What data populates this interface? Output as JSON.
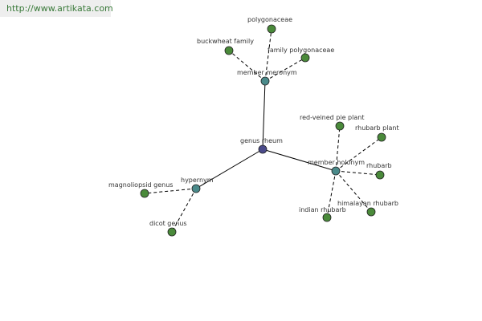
{
  "watermark": {
    "text": "http://www.artikata.com"
  },
  "colors": {
    "root": "#4a4a8a",
    "relation": "#4a8a8a",
    "leaf": "#4a8a3a",
    "edge": "#000000",
    "watermark_bg": "#eeeeee",
    "watermark_text": "#3a7a3a"
  },
  "graph": {
    "root": {
      "label": "genus rheum"
    },
    "relations": [
      {
        "key": "meronym",
        "label": "member meronym",
        "leaves": [
          "polygonaceae",
          "buckwheat family",
          "family polygonaceae"
        ]
      },
      {
        "key": "holonym",
        "label": "member holonym",
        "leaves": [
          "red-veined pie plant",
          "rhubarb plant",
          "rhubarb",
          "himalayan rhubarb",
          "indian rhubarb"
        ]
      },
      {
        "key": "hypernym",
        "label": "hypernym",
        "leaves": [
          "magnoliopsid genus",
          "dicot genus"
        ]
      }
    ]
  }
}
